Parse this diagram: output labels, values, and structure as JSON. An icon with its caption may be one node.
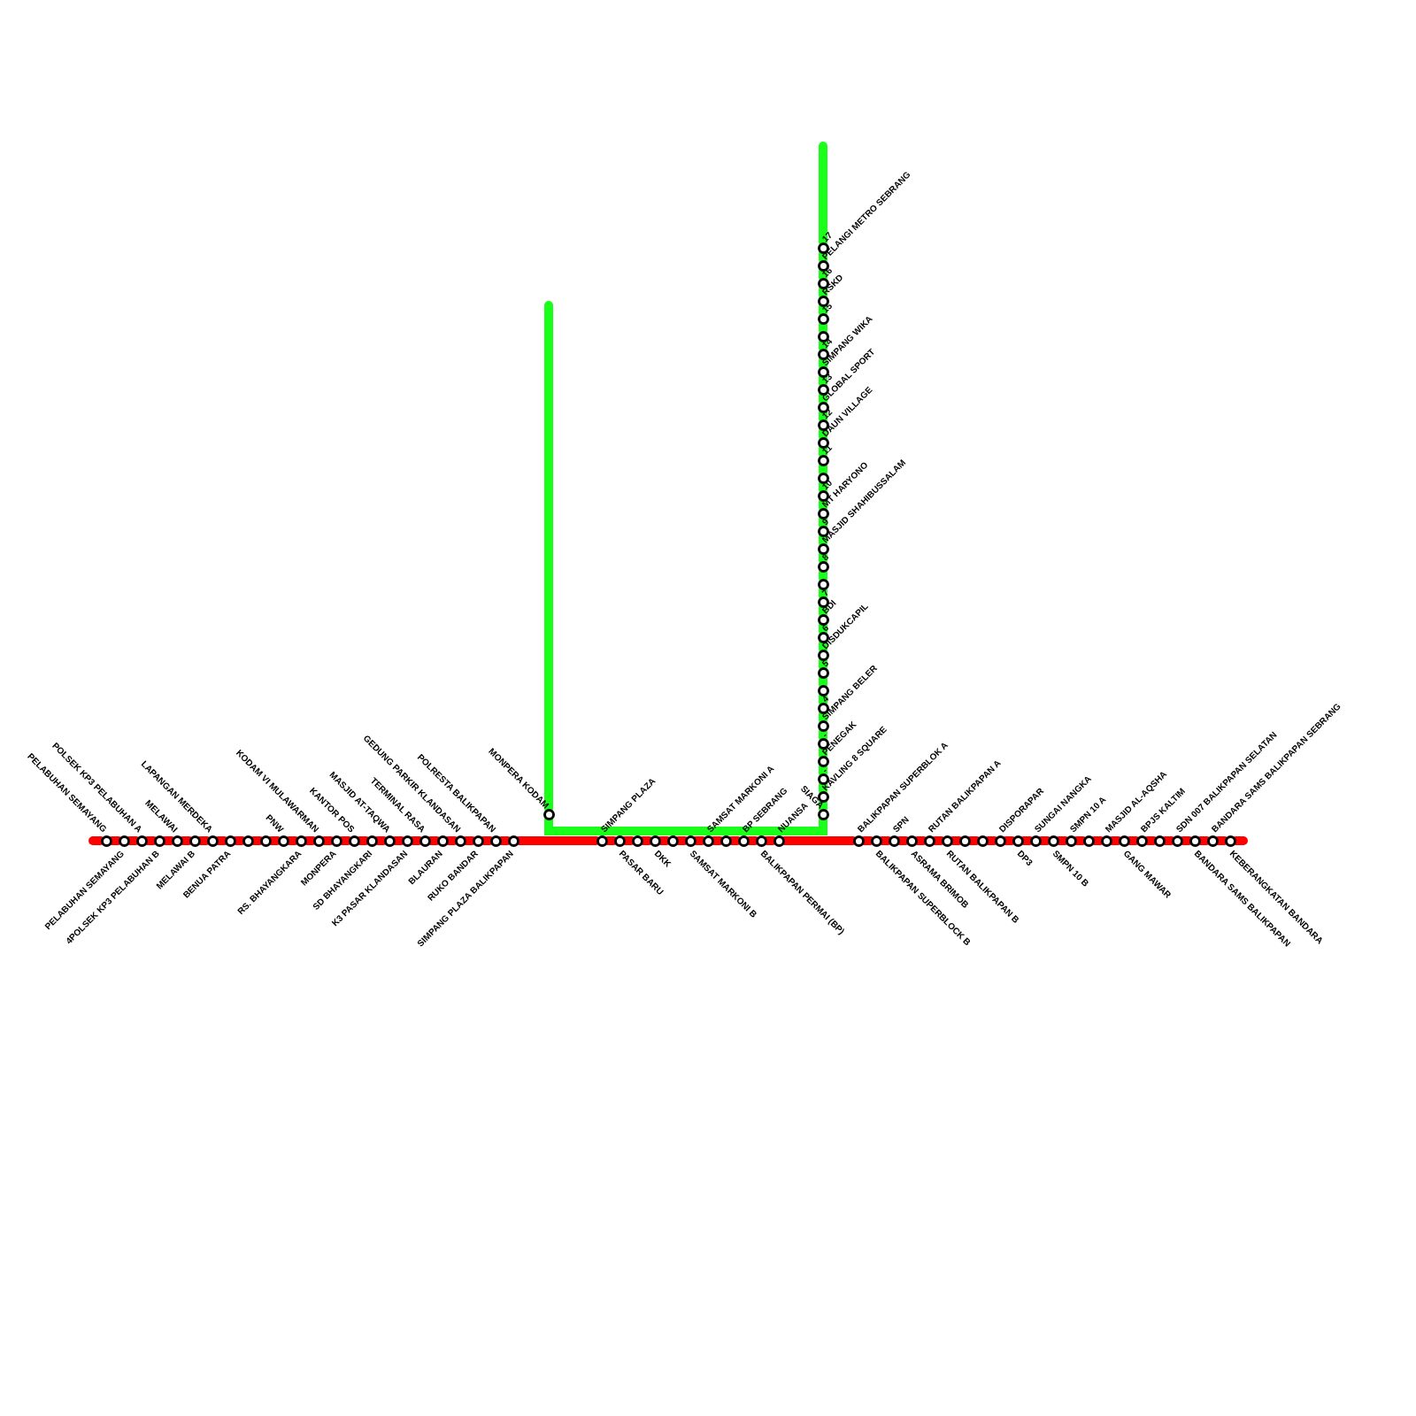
{
  "diagram": {
    "nodes": [
      {
        "text": [],
        "shape": "circle",
        "beside": [
          "PELABUHAN SEMAYANG"
        ]
      },
      {
        "text": [],
        "shape": "circle",
        "beside": [
          "PELABUHAN SEMAYANG"
        ]
      },
      {
        "text": [],
        "shape": "circle",
        "beside": [
          "POLSEK KP3 PELABUHAN A"
        ]
      },
      {
        "text": [],
        "shape": "circle",
        "beside": [
          "4POLSEK KP3 PELABUHAN B"
        ]
      },
      {
        "text": [],
        "shape": "circle",
        "beside": [
          "MELAWAI"
        ]
      },
      {
        "text": [],
        "shape": "circle",
        "beside": [
          "MELAWAI B"
        ]
      },
      {
        "text": [],
        "shape": "circle",
        "beside": [
          "LAPANGAN MERDEKA"
        ]
      },
      {
        "text": [],
        "shape": "circle",
        "beside": [
          "BENUA PATRA"
        ]
      },
      {
        "text": [],
        "shape": "circle"
      },
      {
        "text": [],
        "shape": "circle"
      },
      {
        "text": [],
        "shape": "circle",
        "beside": [
          "PNW"
        ]
      },
      {
        "text": [],
        "shape": "circle",
        "beside": [
          "RS. BHAYANGKARA"
        ]
      },
      {
        "text": [],
        "shape": "circle",
        "beside": [
          "KODAM VI MULAWARMAN"
        ]
      },
      {
        "text": [],
        "shape": "circle",
        "beside": [
          "MONPERA"
        ]
      },
      {
        "text": [],
        "shape": "circle",
        "beside": [
          "KANTOR POS"
        ]
      },
      {
        "text": [],
        "shape": "circle",
        "beside": [
          "SD BHAYANGKARI"
        ]
      },
      {
        "text": [],
        "shape": "circle",
        "beside": [
          "MASJID AT-TAQWA"
        ]
      },
      {
        "text": [],
        "shape": "circle",
        "beside": [
          "K3 PASAR KLANDASAN"
        ]
      },
      {
        "text": [],
        "shape": "circle",
        "beside": [
          "TERMINAL RASA"
        ]
      },
      {
        "text": [],
        "shape": "circle",
        "beside": [
          "BLAURAN"
        ]
      },
      {
        "text": [],
        "shape": "circle",
        "beside": [
          "GEDUNG PARKIR KLANDASAN"
        ]
      },
      {
        "text": [],
        "shape": "circle",
        "beside": [
          "RUKO BANDAR"
        ]
      },
      {
        "text": [],
        "shape": "circle",
        "beside": [
          "POLRESTA BALIKPAPAN"
        ]
      },
      {
        "text": [],
        "shape": "circle",
        "beside": [
          "SIMPANG PLAZA BALIKPAPAN"
        ]
      },
      {
        "text": [],
        "shape": "circle",
        "beside": [
          "SIMPANG PLAZA"
        ]
      },
      {
        "text": [],
        "shape": "circle",
        "beside": [
          "PASAR BARU"
        ]
      },
      {
        "text": [],
        "shape": "circle"
      },
      {
        "text": [],
        "shape": "circle",
        "beside": [
          "DKK"
        ]
      },
      {
        "text": [],
        "shape": "circle"
      },
      {
        "text": [],
        "shape": "circle",
        "beside": [
          "SAMSAT MARKONI B"
        ]
      },
      {
        "text": [],
        "shape": "circle",
        "beside": [
          "SAMSAT MARKONI A"
        ]
      },
      {
        "text": [],
        "shape": "circle"
      },
      {
        "text": [],
        "shape": "circle",
        "beside": [
          "BP SEBRANG"
        ]
      },
      {
        "text": [],
        "shape": "circle",
        "beside": [
          "BALIKPAPAN PERMAI (BP)"
        ]
      },
      {
        "text": [],
        "shape": "circle",
        "beside": [
          "NUANSA"
        ]
      },
      {
        "text": [],
        "shape": "circle",
        "beside": [
          "BALIKPAPAN SUPERBLOK A"
        ]
      },
      {
        "text": [],
        "shape": "circle",
        "beside": [
          "BALIKPAPAN SUPERBLOCK B"
        ]
      },
      {
        "text": [],
        "shape": "circle",
        "beside": [
          "SPN"
        ]
      },
      {
        "text": [],
        "shape": "circle",
        "beside": [
          "ASRAMA BRIMOB"
        ]
      },
      {
        "text": [],
        "shape": "circle",
        "beside": [
          "RUTAN BALIKPAPAN A"
        ]
      },
      {
        "text": [],
        "shape": "circle",
        "beside": [
          "RUTAN BALIKPAPAN B"
        ]
      },
      {
        "text": [],
        "shape": "circle"
      },
      {
        "text": [],
        "shape": "circle"
      },
      {
        "text": [],
        "shape": "circle",
        "beside": [
          "DISPORAPAR"
        ]
      },
      {
        "text": [],
        "shape": "circle",
        "beside": [
          "DP3"
        ]
      },
      {
        "text": [],
        "shape": "circle",
        "beside": [
          "SUNGAI NANGKA"
        ]
      },
      {
        "text": [],
        "shape": "circle",
        "beside": [
          "SMPN 10 B"
        ]
      },
      {
        "text": [],
        "shape": "circle",
        "beside": [
          "SMPN 10 A"
        ]
      },
      {
        "text": [],
        "shape": "circle"
      },
      {
        "text": [],
        "shape": "circle",
        "beside": [
          "MASJID AL-AQSHA"
        ]
      },
      {
        "text": [],
        "shape": "circle",
        "beside": [
          "GANG MAWAR"
        ]
      },
      {
        "text": [],
        "shape": "circle",
        "beside": [
          "BPJS KALTIM"
        ]
      },
      {
        "text": [],
        "shape": "circle"
      },
      {
        "text": [],
        "shape": "circle",
        "beside": [
          "SDN 007 BALIKPAPAN SELATAN"
        ]
      },
      {
        "text": [],
        "shape": "circle",
        "beside": [
          "BANDARA SAMS BALIKPAPAN"
        ]
      },
      {
        "text": [],
        "shape": "circle",
        "beside": [
          "BANDARA SAMS BALIKPAPAN SEBRANG"
        ]
      },
      {
        "text": [],
        "shape": "circle",
        "beside": [
          "KEBERANGKATAN BANDARA"
        ]
      },
      {
        "text": [],
        "shape": "circle",
        "beside": [
          "MONPERA KODAM"
        ]
      },
      {
        "text": [],
        "shape": "circle",
        "beside": [
          "17"
        ]
      },
      {
        "text": [],
        "shape": "circle",
        "beside": [
          "PELANGI METRO SEBRANG"
        ]
      },
      {
        "text": [],
        "shape": "circle",
        "beside": [
          "16"
        ]
      },
      {
        "text": [],
        "shape": "circle",
        "beside": [
          "RSKD"
        ]
      },
      {
        "text": [],
        "shape": "circle",
        "beside": [
          "15"
        ]
      },
      {
        "text": [],
        "shape": "circle"
      },
      {
        "text": [],
        "shape": "circle",
        "beside": [
          "14"
        ]
      },
      {
        "text": [],
        "shape": "circle",
        "beside": [
          "SIMPANG WIKA"
        ]
      },
      {
        "text": [],
        "shape": "circle",
        "beside": [
          "13"
        ]
      },
      {
        "text": [],
        "shape": "circle",
        "beside": [
          "GLOBAL SPORT"
        ]
      },
      {
        "text": [],
        "shape": "circle",
        "beside": [
          "12"
        ]
      },
      {
        "text": [],
        "shape": "circle",
        "beside": [
          "DAUN VILLAGE"
        ]
      },
      {
        "text": [],
        "shape": "circle",
        "beside": [
          "11"
        ]
      },
      {
        "text": [],
        "shape": "circle"
      },
      {
        "text": [],
        "shape": "circle",
        "beside": [
          "10"
        ]
      },
      {
        "text": [],
        "shape": "circle",
        "beside": [
          "MT HARYONO"
        ]
      },
      {
        "text": [],
        "shape": "circle",
        "beside": [
          "9"
        ]
      },
      {
        "text": [],
        "shape": "circle",
        "beside": [
          "MASJID SHAHIBUSSALAM"
        ]
      },
      {
        "text": [],
        "shape": "circle",
        "beside": [
          "8"
        ]
      },
      {
        "text": [],
        "shape": "circle"
      },
      {
        "text": [],
        "shape": "circle",
        "beside": [
          "7"
        ]
      },
      {
        "text": [],
        "shape": "circle",
        "beside": [
          "BDI"
        ]
      },
      {
        "text": [],
        "shape": "circle",
        "beside": [
          "6"
        ]
      },
      {
        "text": [],
        "shape": "circle",
        "beside": [
          "DISDUKCAPIL"
        ]
      },
      {
        "text": [],
        "shape": "circle",
        "beside": [
          "5"
        ]
      },
      {
        "text": [],
        "shape": "circle"
      },
      {
        "text": [],
        "shape": "circle",
        "beside": [
          "4"
        ]
      },
      {
        "text": [],
        "shape": "circle",
        "beside": [
          "SIMPANG BELER"
        ]
      },
      {
        "text": [],
        "shape": "circle",
        "beside": [
          "-"
        ]
      },
      {
        "text": [],
        "shape": "circle",
        "beside": [
          "PENEGAK"
        ]
      },
      {
        "text": [],
        "shape": "circle",
        "beside": [
          "-"
        ]
      },
      {
        "text": [],
        "shape": "circle",
        "beside": [
          "KAVLING 8 SQUARE"
        ]
      },
      {
        "text": [],
        "shape": "circle",
        "beside": [
          "SIAGA"
        ]
      }
    ],
    "edges": [
      {
        "from": 0,
        "to": 1,
        "arrow": "none"
      },
      {
        "from": 1,
        "to": 2,
        "arrow": "none"
      },
      {
        "from": 2,
        "to": 3,
        "arrow": "none"
      },
      {
        "from": 3,
        "to": 4,
        "arrow": "none"
      },
      {
        "from": 4,
        "to": 5,
        "arrow": "none"
      },
      {
        "from": 5,
        "to": 6,
        "arrow": "none"
      },
      {
        "from": 6,
        "to": 7,
        "arrow": "none"
      },
      {
        "from": 7,
        "to": 8,
        "arrow": "none"
      },
      {
        "from": 8,
        "to": 9,
        "arrow": "none"
      },
      {
        "from": 9,
        "to": 10,
        "arrow": "none"
      },
      {
        "from": 10,
        "to": 11,
        "arrow": "none"
      },
      {
        "from": 11,
        "to": 12,
        "arrow": "none"
      },
      {
        "from": 12,
        "to": 13,
        "arrow": "none"
      },
      {
        "from": 13,
        "to": 14,
        "arrow": "none"
      },
      {
        "from": 14,
        "to": 15,
        "arrow": "none"
      },
      {
        "from": 15,
        "to": 16,
        "arrow": "none"
      },
      {
        "from": 16,
        "to": 17,
        "arrow": "none"
      },
      {
        "from": 17,
        "to": 18,
        "arrow": "none"
      },
      {
        "from": 18,
        "to": 19,
        "arrow": "none"
      },
      {
        "from": 19,
        "to": 20,
        "arrow": "none"
      },
      {
        "from": 20,
        "to": 21,
        "arrow": "none"
      },
      {
        "from": 21,
        "to": 22,
        "arrow": "none"
      },
      {
        "from": 22,
        "to": 23,
        "arrow": "none"
      },
      {
        "from": 23,
        "to": 24,
        "arrow": "none"
      },
      {
        "from": 24,
        "to": 25,
        "arrow": "none"
      },
      {
        "from": 25,
        "to": 26,
        "arrow": "none"
      },
      {
        "from": 26,
        "to": 27,
        "arrow": "none"
      },
      {
        "from": 27,
        "to": 28,
        "arrow": "none"
      },
      {
        "from": 28,
        "to": 29,
        "arrow": "none"
      },
      {
        "from": 29,
        "to": 30,
        "arrow": "none"
      },
      {
        "from": 30,
        "to": 31,
        "arrow": "none"
      },
      {
        "from": 31,
        "to": 32,
        "arrow": "none"
      },
      {
        "from": 32,
        "to": 33,
        "arrow": "none"
      },
      {
        "from": 33,
        "to": 34,
        "arrow": "none"
      },
      {
        "from": 34,
        "to": 35,
        "arrow": "none"
      },
      {
        "from": 35,
        "to": 36,
        "arrow": "none"
      },
      {
        "from": 36,
        "to": 37,
        "arrow": "none"
      },
      {
        "from": 37,
        "to": 38,
        "arrow": "none"
      },
      {
        "from": 38,
        "to": 39,
        "arrow": "none"
      },
      {
        "from": 39,
        "to": 40,
        "arrow": "none"
      },
      {
        "from": 40,
        "to": 41,
        "arrow": "none"
      },
      {
        "from": 41,
        "to": 42,
        "arrow": "none"
      },
      {
        "from": 42,
        "to": 43,
        "arrow": "none"
      },
      {
        "from": 43,
        "to": 44,
        "arrow": "none"
      },
      {
        "from": 44,
        "to": 45,
        "arrow": "none"
      },
      {
        "from": 45,
        "to": 46,
        "arrow": "none"
      },
      {
        "from": 46,
        "to": 47,
        "arrow": "none"
      },
      {
        "from": 47,
        "to": 48,
        "arrow": "none"
      },
      {
        "from": 48,
        "to": 49,
        "arrow": "none"
      },
      {
        "from": 49,
        "to": 50,
        "arrow": "none"
      },
      {
        "from": 50,
        "to": 51,
        "arrow": "none"
      },
      {
        "from": 51,
        "to": 52,
        "arrow": "none"
      },
      {
        "from": 52,
        "to": 53,
        "arrow": "none"
      },
      {
        "from": 53,
        "to": 54,
        "arrow": "none"
      },
      {
        "from": 54,
        "to": 55,
        "arrow": "none"
      },
      {
        "from": 55,
        "to": 56,
        "arrow": "none"
      },
      {
        "from": null,
        "to": 57,
        "arrow": "none",
        "color": "#1aff1a"
      },
      {
        "from": 57,
        "to": 90,
        "arrow": "none",
        "color": "#1aff1a"
      },
      {
        "from": 90,
        "to": 89,
        "arrow": "none",
        "color": "#1aff1a"
      },
      {
        "from": 89,
        "to": 88,
        "arrow": "none",
        "color": "#1aff1a"
      },
      {
        "from": 88,
        "to": 87,
        "arrow": "none",
        "color": "#1aff1a"
      },
      {
        "from": 87,
        "to": 86,
        "arrow": "none",
        "color": "#1aff1a"
      },
      {
        "from": 86,
        "to": 85,
        "arrow": "none",
        "color": "#1aff1a"
      },
      {
        "from": 85,
        "to": 84,
        "arrow": "none",
        "color": "#1aff1a"
      },
      {
        "from": 84,
        "to": 83,
        "arrow": "none",
        "color": "#1aff1a"
      },
      {
        "from": 83,
        "to": 82,
        "arrow": "none",
        "color": "#1aff1a"
      },
      {
        "from": 82,
        "to": 81,
        "arrow": "none",
        "color": "#1aff1a"
      },
      {
        "from": 81,
        "to": 80,
        "arrow": "none",
        "color": "#1aff1a"
      },
      {
        "from": 80,
        "to": 79,
        "arrow": "none",
        "color": "#1aff1a"
      },
      {
        "from": 79,
        "to": 78,
        "arrow": "none",
        "color": "#1aff1a"
      },
      {
        "from": 78,
        "to": 77,
        "arrow": "none",
        "color": "#1aff1a"
      },
      {
        "from": 77,
        "to": 76,
        "arrow": "none",
        "color": "#1aff1a"
      },
      {
        "from": 76,
        "to": 75,
        "arrow": "none",
        "color": "#1aff1a"
      },
      {
        "from": 75,
        "to": 74,
        "arrow": "none",
        "color": "#1aff1a"
      },
      {
        "from": 74,
        "to": 73,
        "arrow": "none",
        "color": "#1aff1a"
      },
      {
        "from": 73,
        "to": 72,
        "arrow": "none",
        "color": "#1aff1a"
      },
      {
        "from": 72,
        "to": 71,
        "arrow": "none",
        "color": "#1aff1a"
      },
      {
        "from": 71,
        "to": 70,
        "arrow": "none",
        "color": "#1aff1a"
      },
      {
        "from": 70,
        "to": 69,
        "arrow": "none",
        "color": "#1aff1a"
      },
      {
        "from": 69,
        "to": 68,
        "arrow": "none",
        "color": "#1aff1a"
      },
      {
        "from": 68,
        "to": 67,
        "arrow": "none",
        "color": "#1aff1a"
      },
      {
        "from": 67,
        "to": 66,
        "arrow": "none",
        "color": "#1aff1a"
      },
      {
        "from": 66,
        "to": 65,
        "arrow": "none",
        "color": "#1aff1a"
      },
      {
        "from": 65,
        "to": 64,
        "arrow": "none",
        "color": "#1aff1a"
      },
      {
        "from": 64,
        "to": 63,
        "arrow": "none",
        "color": "#1aff1a"
      },
      {
        "from": 63,
        "to": 62,
        "arrow": "none",
        "color": "#1aff1a"
      },
      {
        "from": 62,
        "to": 61,
        "arrow": "none",
        "color": "#1aff1a"
      },
      {
        "from": 61,
        "to": 60,
        "arrow": "none",
        "color": "#1aff1a"
      },
      {
        "from": 60,
        "to": 59,
        "arrow": "none",
        "color": "#1aff1a"
      },
      {
        "from": 59,
        "to": 58,
        "arrow": "none",
        "color": "#1aff1a"
      },
      {
        "from": 58,
        "to": null,
        "arrow": "none",
        "color": "#1aff1a"
      }
    ]
  }
}
